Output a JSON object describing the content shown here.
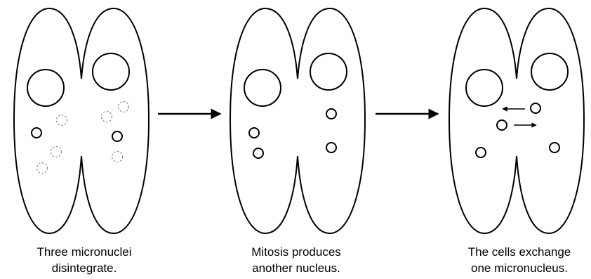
{
  "captions": [
    {
      "line1": "Three micronuclei",
      "line2": "disintegrate."
    },
    {
      "line1": "Mitosis produces",
      "line2": "another nucleus."
    },
    {
      "line1": "The cells exchange",
      "line2": "one micronucleus."
    }
  ],
  "colors": {
    "stroke": "#000000",
    "dashed_stroke": "#888888",
    "background": "#ffffff"
  }
}
